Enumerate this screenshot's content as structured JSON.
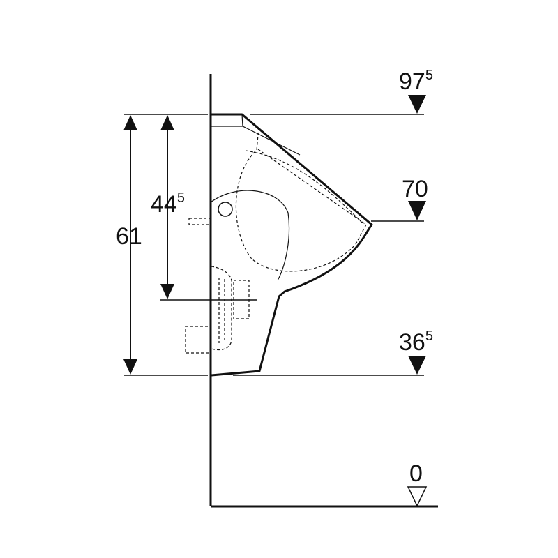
{
  "levels": {
    "top": {
      "main": "97",
      "sup": "5"
    },
    "middle": {
      "main": "70",
      "sup": ""
    },
    "lower": {
      "main": "36",
      "sup": "5"
    },
    "floor": {
      "main": "0",
      "sup": ""
    }
  },
  "dimensions": {
    "total_height": {
      "main": "61",
      "sup": ""
    },
    "outlet_height": {
      "main": "44",
      "sup": "5"
    }
  },
  "colors": {
    "line": "#111111",
    "background": "#ffffff"
  }
}
